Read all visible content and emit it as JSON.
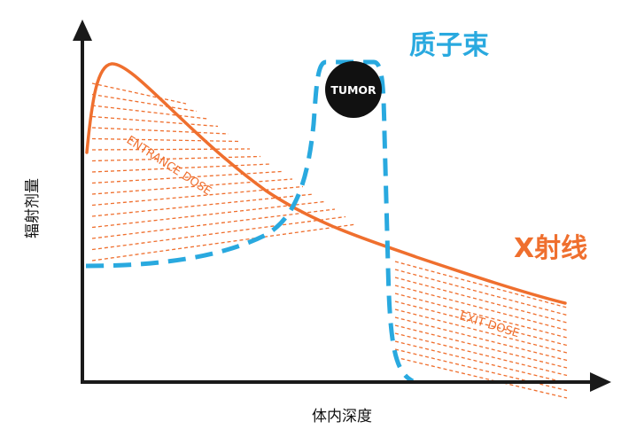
{
  "labels": {
    "proton_beam": "质子束",
    "xray": "X射线",
    "y_axis": "辐射剂量",
    "x_axis": "体内深度",
    "tumor": "TUMOR",
    "entrance_dose": "ENTRANCE DOSE",
    "exit_dose": "EXIT DOSE"
  },
  "colors": {
    "proton": "#29a9df",
    "xray": "#ef6f2e",
    "axis": "#1a1a1a",
    "tumor": "#111111",
    "tumor_text": "#ffffff"
  }
}
